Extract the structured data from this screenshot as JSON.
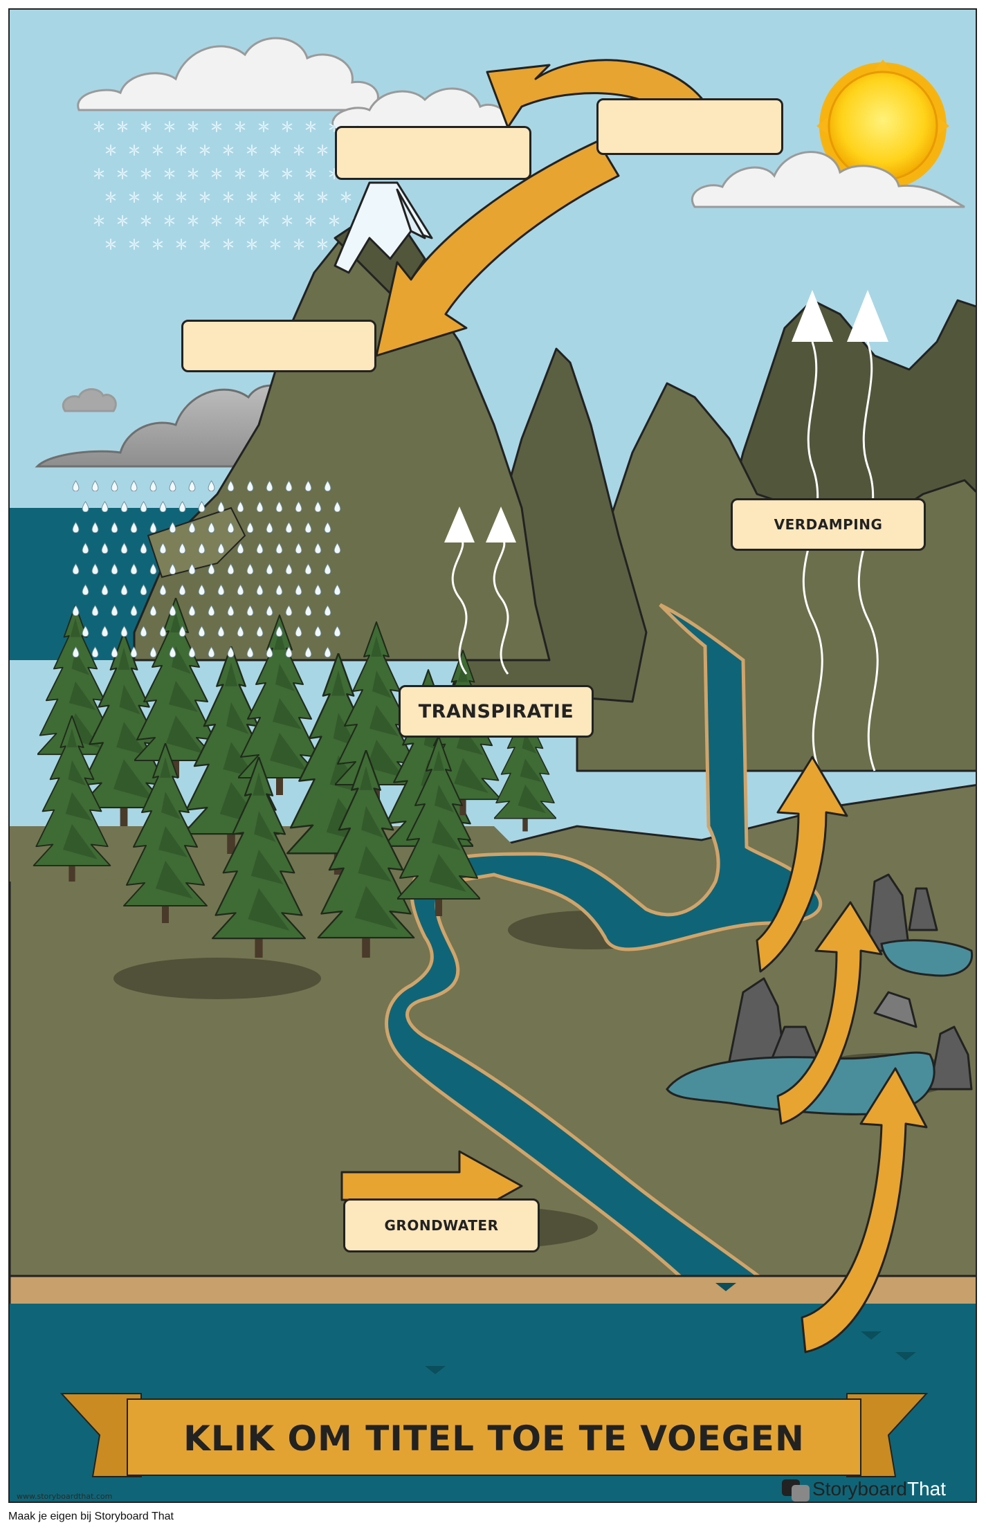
{
  "labels": {
    "blank_top_center": "",
    "blank_top_right": "",
    "blank_left": "",
    "evaporation": "VERDAMPING",
    "transpiration": "TRANSPIRATIE",
    "groundwater": "GRONDWATER"
  },
  "banner": {
    "title": "KLIK OM TITEL TOE TE VOEGEN"
  },
  "watermark": {
    "url": "www.storyboardthat.com"
  },
  "logo": {
    "word_main": "Storyboard",
    "word_accent": "That"
  },
  "footer": {
    "text": "Maak je eigen bij Storyboard That"
  },
  "colors": {
    "sky": "#a9d6e5",
    "sea": "#0f6577",
    "mountain": "#6b6f4b",
    "ground": "#737451",
    "arrow": "#e8a430",
    "label_fill": "#fde7bd",
    "banner": "#e3a333"
  },
  "icons": [
    "sun-icon",
    "cloud-icon",
    "snowflake-icon",
    "raindrop-icon",
    "pine-tree-icon",
    "vapor-arrow-icon",
    "storyboardthat-logo-icon"
  ]
}
